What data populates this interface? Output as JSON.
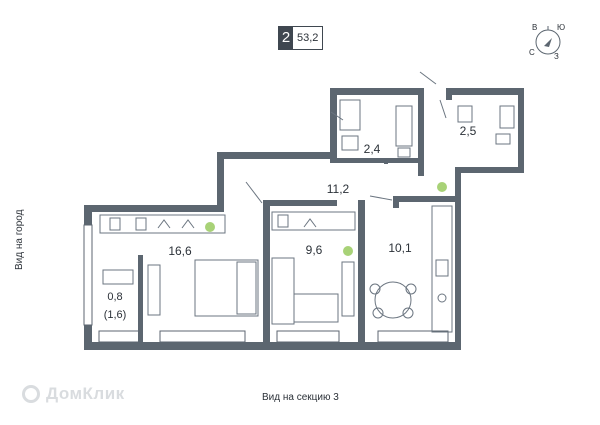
{
  "header": {
    "room_count": "2",
    "total_area": "53,2"
  },
  "compass": {
    "north_label": "В",
    "east_label": "Ю",
    "south_label": "З",
    "west_label": "С"
  },
  "rooms": {
    "living_room": "16,6",
    "hall": "11,2",
    "bathroom": "2,4",
    "toilet": "2,5",
    "bedroom": "9,6",
    "kitchen": "10,1",
    "balcony_area": "0,8",
    "balcony_area_full": "(1,6)"
  },
  "captions": {
    "view_left": "Вид на город",
    "view_bottom": "Вид на секцию 3"
  },
  "watermark": {
    "text": "ДомКлик"
  },
  "colors": {
    "wall": "#5c6670",
    "badge_fill": "#3f4750",
    "plant": "#8bc34a",
    "watermark": "#d9dcdf"
  }
}
